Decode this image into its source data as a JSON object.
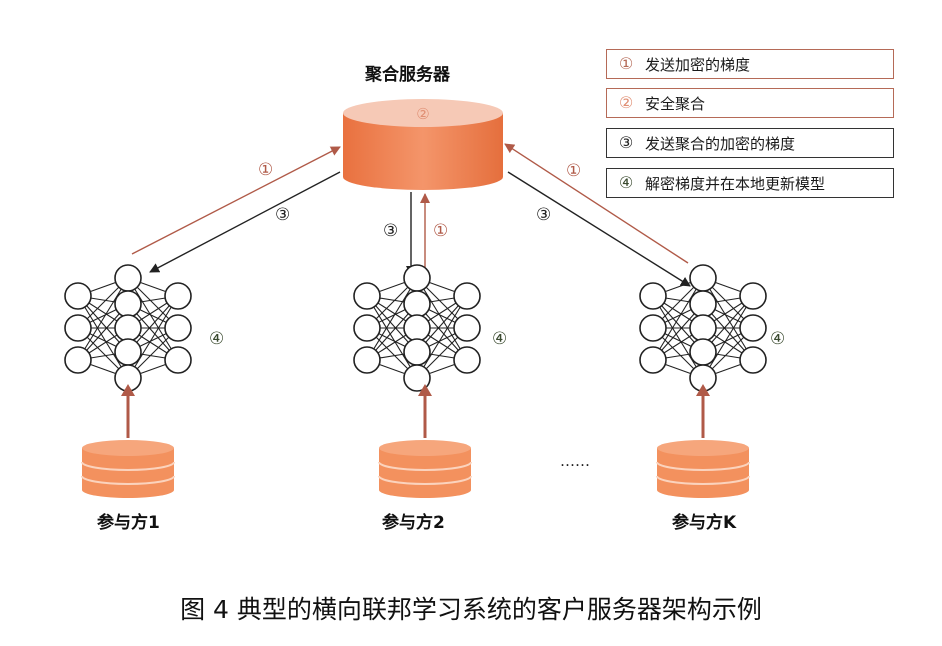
{
  "server_label": "聚合服务器",
  "legend": [
    {
      "num": "①",
      "text": "发送加密的梯度",
      "color": "#b56a57"
    },
    {
      "num": "②",
      "text": "安全聚合",
      "color": "#e08f74"
    },
    {
      "num": "③",
      "text": "发送聚合的加密的梯度",
      "color": "#222222"
    },
    {
      "num": "④",
      "text": "解密梯度并在本地更新模型",
      "color": "#3a4a2f"
    }
  ],
  "markers": {
    "one": "①",
    "two": "②",
    "three": "③",
    "four": "④"
  },
  "participants": [
    {
      "name": "参与方1"
    },
    {
      "name": "参与方2"
    },
    {
      "name": "参与方K"
    }
  ],
  "ellipsis": "……",
  "caption": "图 4 典型的横向联邦学习系统的客户服务器架构示例",
  "colors": {
    "server": "#f08a57",
    "server_top": "#f3b8a2",
    "db": "#f3915e",
    "arrow_up": "#b05a48",
    "arrow_down": "#222222"
  }
}
